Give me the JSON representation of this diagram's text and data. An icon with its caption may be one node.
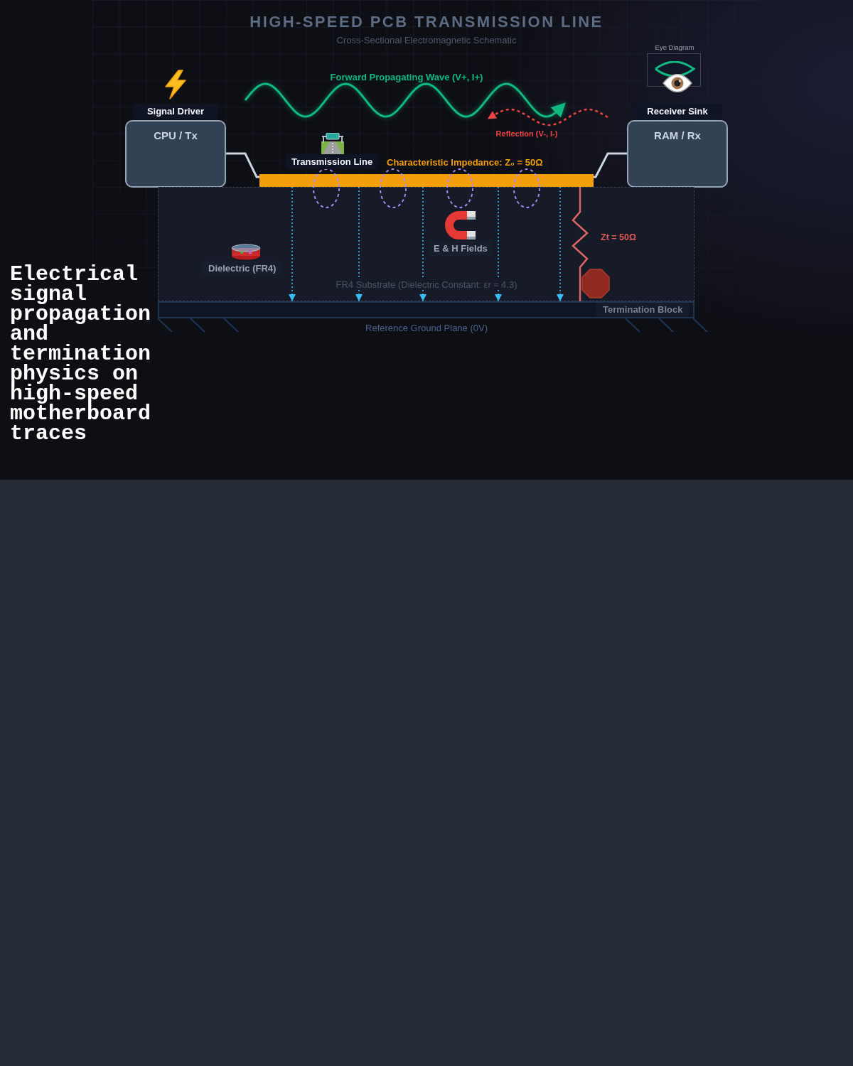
{
  "diagram": {
    "title": "HIGH-SPEED PCB TRANSMISSION LINE",
    "caption": "Electrical signal propagation and termination physics on high-speed motherboard traces",
    "nodes": [
      {
        "text": [
          "Eye Diagram"
        ]
      },
      {
        "text": [
          "Signal Driver",
          "CPU / Tx"
        ]
      },
      {
        "text": [
          "Receiver Sink",
          "RAM / Rx"
        ]
      },
      {
        "text": [
          "Transmission Line",
          "Characteristic Impedance: Z₀ = 50Ω"
        ]
      },
      {
        "text": [
          "FR4 Substrate (Dielectric Constant: εr ≈ 4.3)"
        ]
      },
      {
        "text": [
          "Dielectric (FR4)"
        ],
        "in": 4
      },
      {
        "text": [
          "E & H Fields"
        ],
        "in": 4
      },
      {
        "text": [
          "Reference Ground Plane (0V)"
        ]
      },
      {
        "text": [
          "Termination Block"
        ],
        "in": 7
      }
    ],
    "edges": [
      {
        "from": 1,
        "to": 3,
        "arrow": "none",
        "color": "#cbd5e1"
      },
      {
        "from": 3,
        "to": 2,
        "arrow": "none",
        "color": "#cbd5e1"
      },
      {
        "from": 3,
        "to": 7,
        "arrow": "to",
        "style": "dashed"
      },
      {
        "from": 3,
        "to": 7,
        "arrow": "to",
        "style": "dashed"
      },
      {
        "from": 3,
        "to": 7,
        "arrow": "to",
        "style": "dashed"
      },
      {
        "from": 3,
        "to": 7,
        "arrow": "to",
        "style": "dashed"
      },
      {
        "from": 3,
        "to": 7,
        "arrow": "to",
        "style": "dashed"
      },
      {
        "from": 3,
        "to": 7,
        "arrow": "none",
        "color": "#e06666"
      }
    ],
    "labels": [
      "Cross-Sectional Electromagnetic Schematic",
      "Forward Propagating Wave (V+, I+)",
      "Reflection (V-, I-)",
      "Zt = 50Ω"
    ]
  }
}
